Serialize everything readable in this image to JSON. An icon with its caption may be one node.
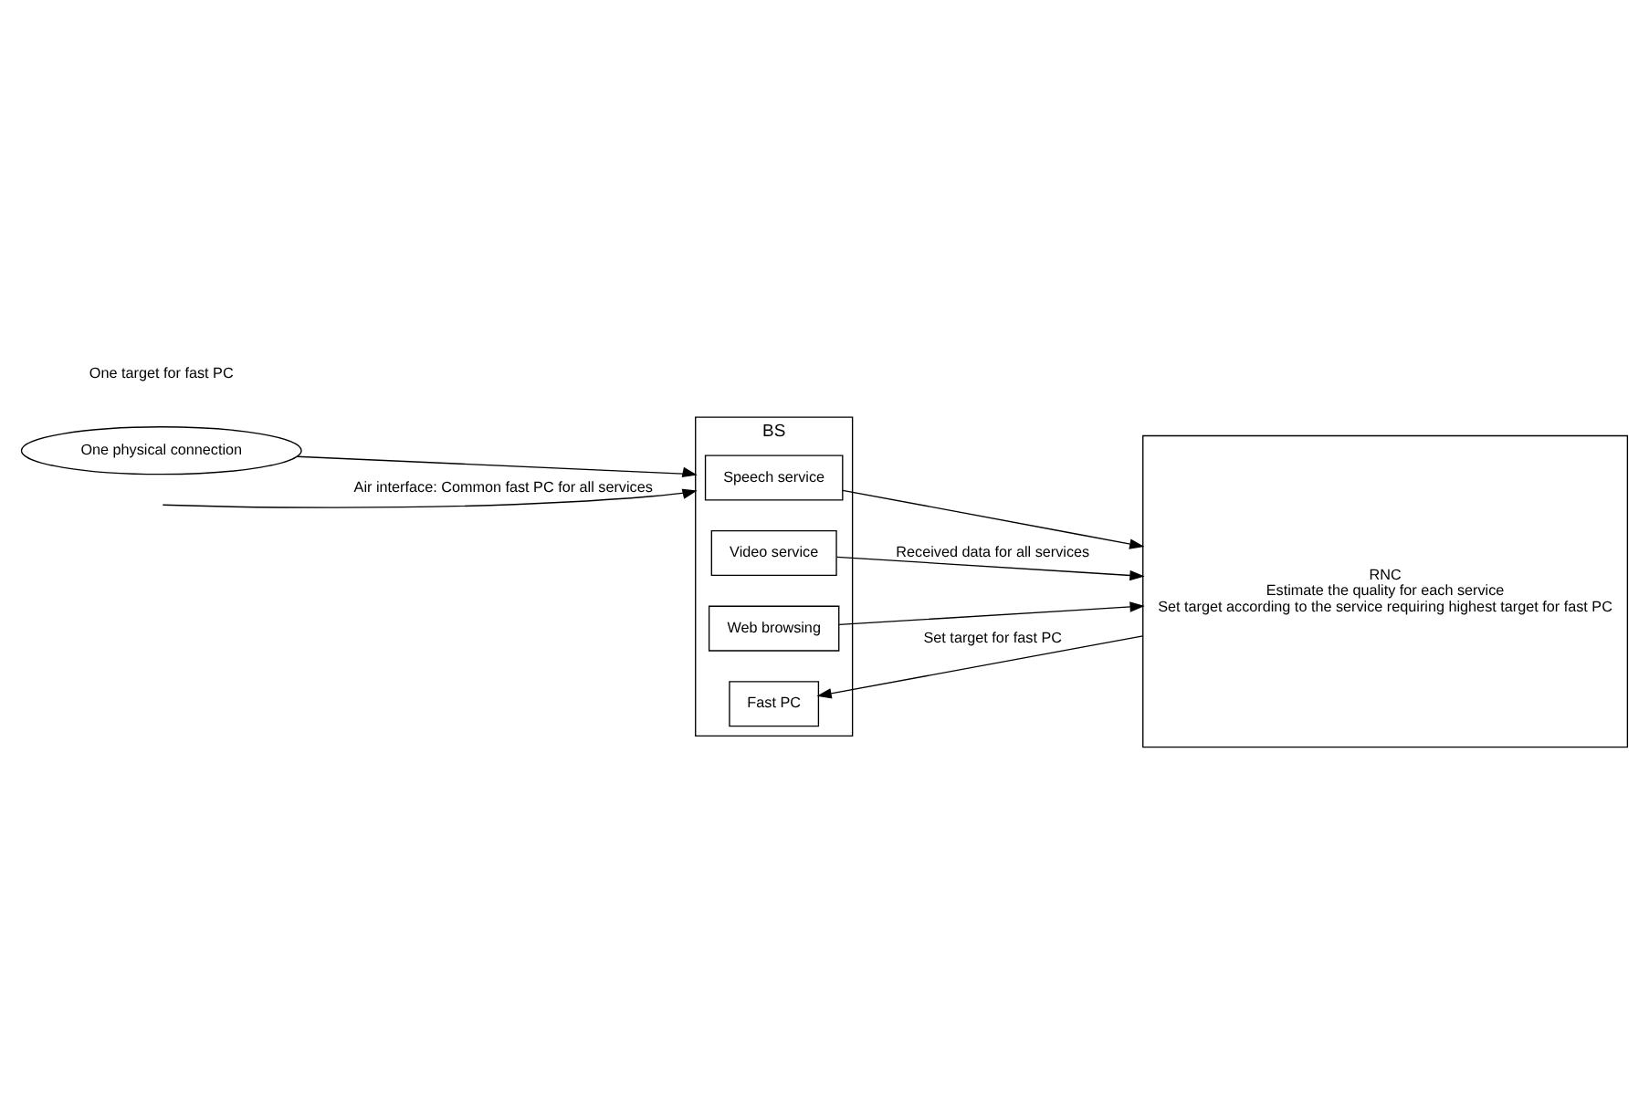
{
  "diagram": {
    "nodes": [
      {
        "text": [
          "One physical connection"
        ]
      },
      {
        "text": [
          "BS"
        ]
      },
      {
        "text": [
          "Speech service"
        ],
        "in": 1
      },
      {
        "text": [
          "Video service"
        ],
        "in": 1
      },
      {
        "text": [
          "Web browsing"
        ],
        "in": 1
      },
      {
        "text": [
          "Fast PC"
        ],
        "in": 1
      },
      {
        "text": [
          "RNC",
          "Estimate the quality for each service",
          "Set target according to the service requiring highest target for fast PC"
        ]
      }
    ],
    "edges": [
      {
        "from": 0,
        "to": 1,
        "arrow": "to"
      },
      {
        "from": null,
        "to": 1,
        "arrow": "to",
        "label": "Air interface: Common fast PC for all services"
      },
      {
        "from": 2,
        "to": 6,
        "arrow": "to"
      },
      {
        "from": 3,
        "to": 6,
        "arrow": "to",
        "label": "Received data for all services"
      },
      {
        "from": 4,
        "to": 6,
        "arrow": "to"
      },
      {
        "from": 6,
        "to": 5,
        "arrow": "to",
        "label": "Set target for fast PC"
      }
    ],
    "labels": [
      "One target for fast PC"
    ]
  }
}
